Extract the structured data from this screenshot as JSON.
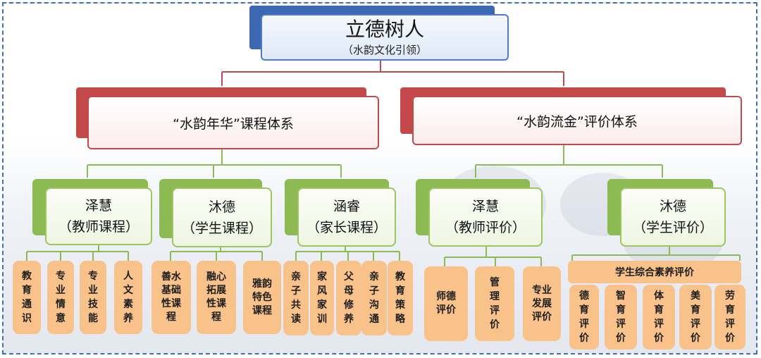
{
  "root": {
    "title": "立德树人",
    "subtitle": "（水韵文化引领）"
  },
  "systems": [
    {
      "label": "“水韵年华”课程体系"
    },
    {
      "label": "“水韵流金”评价体系"
    }
  ],
  "groups": [
    {
      "name": "泽慧",
      "sub": "（教师课程）"
    },
    {
      "name": "沐德",
      "sub": "（学生课程）"
    },
    {
      "name": "涵睿",
      "sub": "（家长课程）"
    },
    {
      "name": "泽慧",
      "sub": "（教师评价）"
    },
    {
      "name": "沐德",
      "sub": "（学生评价）"
    }
  ],
  "teacher_courses": [
    "教育通识",
    "专业情意",
    "专业技能",
    "人文素养"
  ],
  "student_courses": [
    "善水基础性课程",
    "融心拓展性课程",
    "雅韵特色课程"
  ],
  "parent_courses": [
    "亲子共读",
    "家风家训",
    "父母修养",
    "亲子沟通",
    "教育策略"
  ],
  "teacher_evals": [
    "师德评价",
    "管理评价",
    "专业发展评价"
  ],
  "student_eval_header": "学生综合素养评价",
  "student_evals": [
    "德育评价",
    "智育评价",
    "体育评价",
    "美育评价",
    "劳育评价"
  ]
}
